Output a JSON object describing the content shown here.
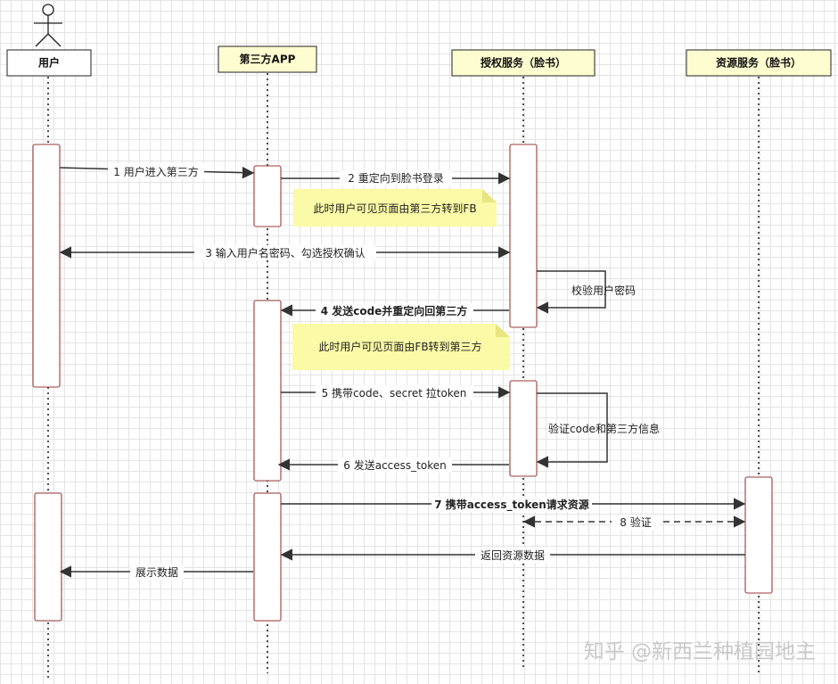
{
  "participants": [
    {
      "name": "用户"
    },
    {
      "name": "第三方APP"
    },
    {
      "name": "授权服务（脸书）"
    },
    {
      "name": "资源服务（脸书）"
    }
  ],
  "messages": [
    {
      "label": "1 用户进入第三方"
    },
    {
      "label": "2  重定向到脸书登录"
    },
    {
      "label": "3  输入用户名密码、勾选授权确认"
    },
    {
      "label": "校验用户密码"
    },
    {
      "label": "4  发送code并重定向回第三方"
    },
    {
      "label": "5  携带code、secret  拉token"
    },
    {
      "label": "验证code和第三方信息"
    },
    {
      "label": "6  发送access_token"
    },
    {
      "label": "7  携带access_token请求资源"
    },
    {
      "label": "8  验证"
    },
    {
      "label": "返回资源数据"
    },
    {
      "label": "展示数据"
    }
  ],
  "notes": [
    {
      "text": "此时用户可见页面由第三方转到FB"
    },
    {
      "text": "此时用户可见页面由FB转到第三方"
    }
  ],
  "watermark": "知乎 @新西兰种植园地主",
  "colors": {
    "header_plain": "#ffffff",
    "header_fill": "#fdfdd0",
    "note_fill": "#fbfaa6",
    "note_fold": "#e8e67e",
    "activation_border": "#9a3b3b",
    "line": "#333333"
  }
}
